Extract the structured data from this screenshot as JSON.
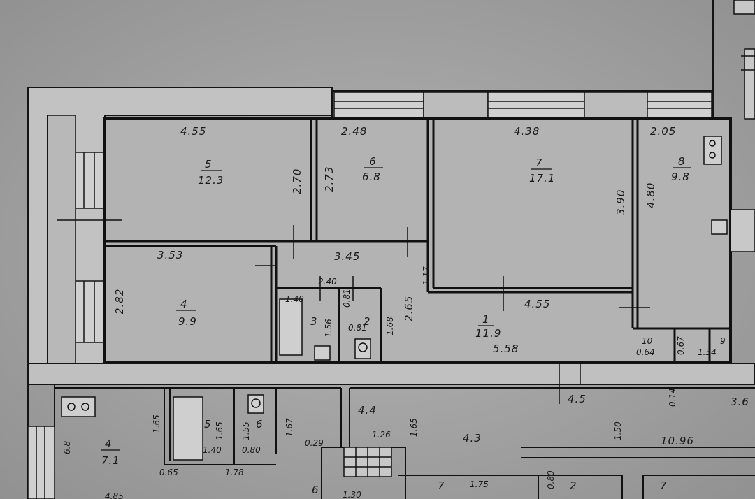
{
  "colors": {
    "paper": "#a3a3a3",
    "paper_light": "#b5b5b5",
    "ink": "#141414",
    "wall_fill": "#c4c4c4"
  },
  "rooms": [
    {
      "id": "r5",
      "number": "5",
      "area": "12.3",
      "top_dim": "4.55",
      "side_dim": "2.70"
    },
    {
      "id": "r6",
      "number": "6",
      "area": "6.8",
      "top_dim": "2.48",
      "side_dim": "2.73"
    },
    {
      "id": "r7",
      "number": "7",
      "area": "17.1",
      "top_dim": "4.38",
      "side_dim": "3.90",
      "bottom_dim": "4.55"
    },
    {
      "id": "r8",
      "number": "8",
      "area": "9.8",
      "top_dim": "2.05",
      "side_dim": "4.80"
    },
    {
      "id": "r4",
      "number": "4",
      "area": "9.9",
      "top_dim": "3.53",
      "side_dim": "2.82"
    },
    {
      "id": "r1",
      "number": "1",
      "area": "11.9",
      "top_dim": "3.45",
      "side_dim": "2.65",
      "bottom_dim": "5.58"
    },
    {
      "id": "r3",
      "number": "3",
      "area": "1.56",
      "top_dim": "1.40"
    },
    {
      "id": "r2",
      "number": "2",
      "area": "0.81",
      "side_dim": "1.68"
    }
  ],
  "labels": {
    "bath_width": "2.40",
    "corr_width": "1.17",
    "r2_top": "0.81",
    "closet_10": "10",
    "closet_10_area": "0.64",
    "closet_9": "9",
    "closet_9_area": "1.34",
    "closet_gap": "0.67",
    "lower_4": "4",
    "lower_4_area": "7.1",
    "lower_4_side": "6.8",
    "lower_5": "5",
    "lower_5_area": "1.65",
    "lower_6": "6",
    "lower_6_area": "1.55",
    "lower_dim_165": "1.65",
    "lower_dim_167": "1.67",
    "lower_dim_140": "1.40",
    "lower_dim_080": "0.80",
    "lower_dim_065": "0.65",
    "lower_dim_178": "1.78",
    "lower_dim_029": "0.29",
    "lower_dim_126": "1.26",
    "lower_dim_44": "4.4",
    "lower_dim_43": "4.3",
    "lower_dim_45": "4.5",
    "lower_dim_150": "1.50",
    "lower_dim_1096": "10.96",
    "lower_dim_014": "0.14",
    "lower_dim_36": "3.6",
    "lower_dim_165b": "1.65",
    "lower_dim_175": "1.75",
    "lower_dim_130": "1.30",
    "lower_dim_4xx": "4.85",
    "lower_7": "7",
    "lower_7b": "7",
    "lower_2b": "2",
    "lower_6b": "6",
    "lower_080b": "0.80"
  }
}
